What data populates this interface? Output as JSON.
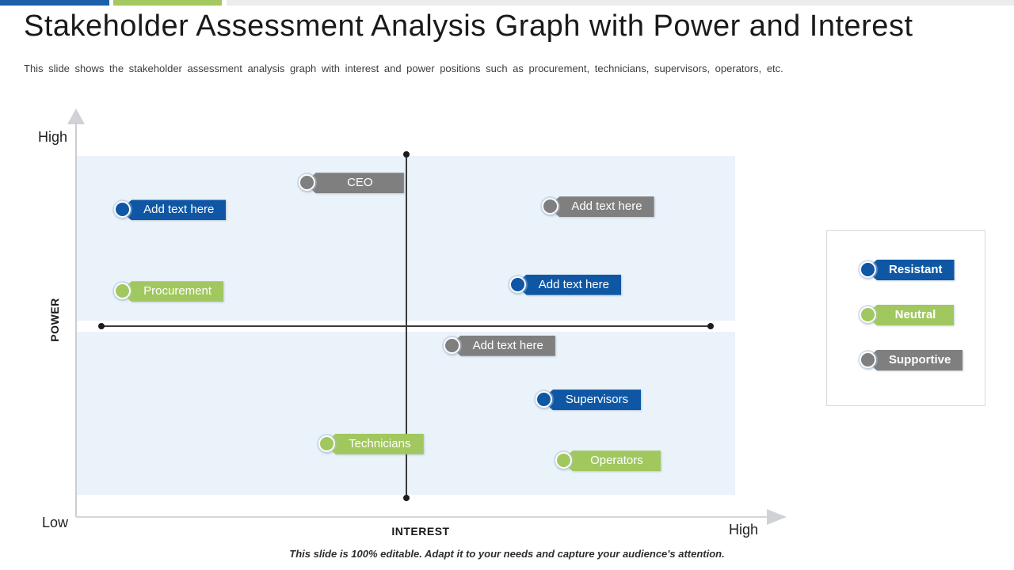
{
  "slide": {
    "title": "Stakeholder Assessment Analysis Graph with Power and Interest",
    "subtitle": "This slide shows the stakeholder assessment analysis graph with interest and power positions such as procurement, technicians, supervisors, operators, etc.",
    "footer_note": "This slide is 100% editable. Adapt it to your needs and capture your audience's attention."
  },
  "colors": {
    "topbar_blue": "#1c5fab",
    "topbar_green": "#a3c95f",
    "topbar_gray": "#ececee",
    "plot_background": "#eaf2fa",
    "category_colors": {
      "resistant": "#0f57a5",
      "neutral": "#a1c75f",
      "supportive": "#7f7f7f"
    }
  },
  "chart_data": {
    "type": "scatter",
    "title": "Stakeholder Assessment Analysis Graph with Power and Interest",
    "xlabel": "INTEREST",
    "ylabel": "POWER",
    "axis_range": [
      0,
      1
    ],
    "x_axis_end_labels": {
      "max": "High"
    },
    "y_axis_end_labels": {
      "max": "High",
      "min": "Low"
    },
    "grid": false,
    "legend_position": "right",
    "legend": [
      {
        "label": "Resistant",
        "category": "resistant"
      },
      {
        "label": "Neutral",
        "category": "neutral"
      },
      {
        "label": "Supportive",
        "category": "supportive"
      }
    ],
    "points": [
      {
        "label": "CEO",
        "category": "supportive",
        "interest": 0.35,
        "power": 0.92
      },
      {
        "label": "Add text here",
        "category": "resistant",
        "interest": 0.07,
        "power": 0.84
      },
      {
        "label": "Add text here",
        "category": "supportive",
        "interest": 0.72,
        "power": 0.85
      },
      {
        "label": "Procurement",
        "category": "neutral",
        "interest": 0.07,
        "power": 0.6
      },
      {
        "label": "Add text here",
        "category": "resistant",
        "interest": 0.67,
        "power": 0.62
      },
      {
        "label": "Add text here",
        "category": "supportive",
        "interest": 0.57,
        "power": 0.44
      },
      {
        "label": "Supervisors",
        "category": "resistant",
        "interest": 0.71,
        "power": 0.28
      },
      {
        "label": "Technicians",
        "category": "neutral",
        "interest": 0.38,
        "power": 0.15
      },
      {
        "label": "Operators",
        "category": "neutral",
        "interest": 0.74,
        "power": 0.1
      }
    ]
  }
}
